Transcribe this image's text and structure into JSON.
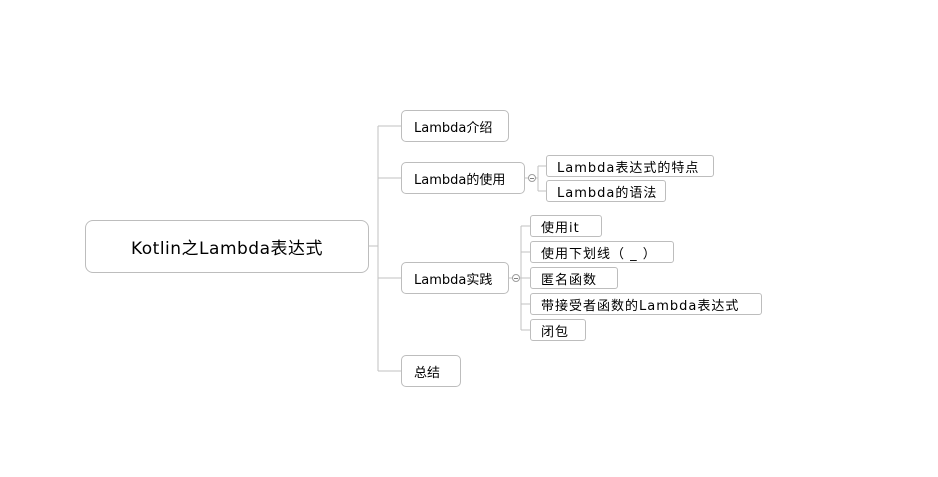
{
  "mindmap": {
    "root": "Kotlin之Lambda表达式",
    "branches": [
      {
        "label": "Lambda介绍",
        "children": []
      },
      {
        "label": "Lambda的使用",
        "children": [
          "Lambda表达式的特点",
          "Lambda的语法"
        ]
      },
      {
        "label": "Lambda实践",
        "children": [
          "使用it",
          "使用下划线（ _ ）",
          "匿名函数",
          "带接受者函数的Lambda表达式",
          "闭包"
        ]
      },
      {
        "label": "总结",
        "children": []
      }
    ]
  },
  "colors": {
    "border": "#bdbdbd",
    "connector": "#c2c2c2",
    "background": "#ffffff"
  }
}
